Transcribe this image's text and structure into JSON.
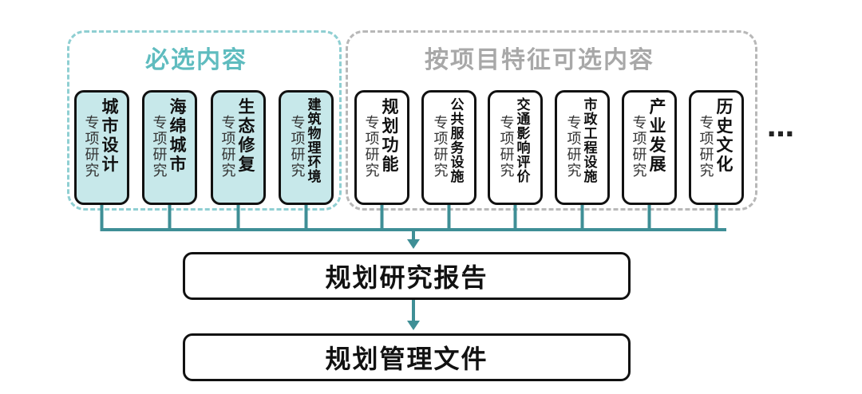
{
  "groups": {
    "required": {
      "title": "必选内容",
      "cards": [
        {
          "sub": "专项研究",
          "name": "城市设计"
        },
        {
          "sub": "专项研究",
          "name": "海绵城市"
        },
        {
          "sub": "专项研究",
          "name": "生态修复"
        },
        {
          "sub": "专项研究",
          "name": "建筑物理环境"
        }
      ]
    },
    "optional": {
      "title": "按项目特征可选内容",
      "cards": [
        {
          "sub": "专项研究",
          "name": "规划功能"
        },
        {
          "sub": "专项研究",
          "name": "公共服务设施"
        },
        {
          "sub": "专项研究",
          "name": "交通影响评价"
        },
        {
          "sub": "专项研究",
          "name": "市政工程设施"
        },
        {
          "sub": "专项研究",
          "name": "产业发展"
        },
        {
          "sub": "专项研究",
          "name": "历史文化"
        }
      ],
      "more": "…"
    }
  },
  "outputs": {
    "report": "规划研究报告",
    "document": "规划管理文件"
  },
  "colors": {
    "teal_line": "#3f8f96",
    "required_fill": "#c7e8ea",
    "required_border": "#8fcfd2",
    "required_title": "#5fbcbf",
    "optional_border": "#b8b8b8",
    "optional_title": "#a8a8a8"
  }
}
